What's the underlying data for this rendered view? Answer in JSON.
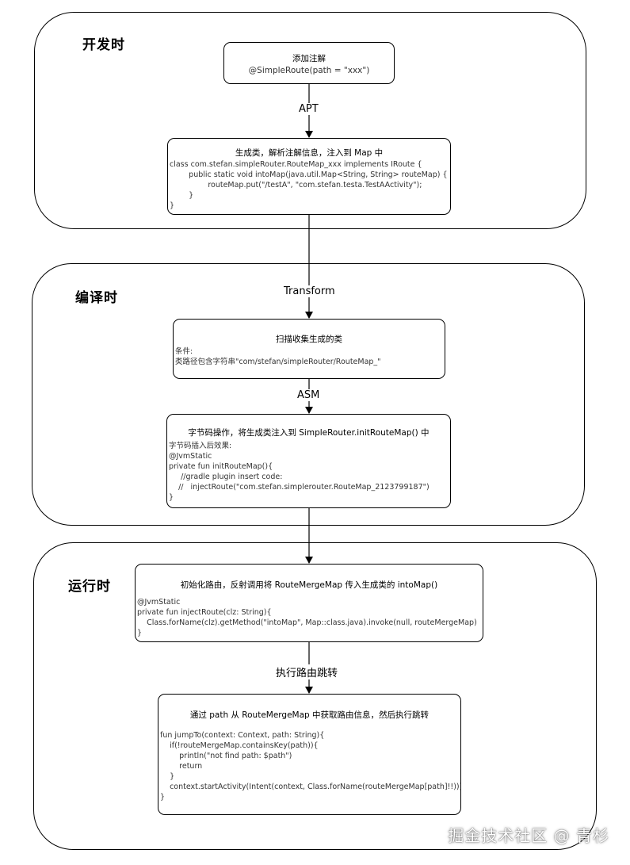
{
  "phases": {
    "dev": {
      "title": "开发时"
    },
    "compile": {
      "title": "编译时"
    },
    "runtime": {
      "title": "运行时"
    }
  },
  "boxes": {
    "annotate": {
      "head": "添加注解",
      "sub": "@SimpleRoute(path = \"xxx\")"
    },
    "generate": {
      "head": "生成类，解析注解信息，注入到 Map 中",
      "code": "class com.stefan.simpleRouter.RouteMap_xxx implements IRoute {\n        public static void intoMap(java.util.Map<String, String> routeMap) {\n                routeMap.put(\"/testA\", \"com.stefan.testa.TestAActivity\");\n        }\n}"
    },
    "scan": {
      "head": "扫描收集生成的类",
      "code": "条件:\n类路径包含字符串\"com/stefan/simpleRouter/RouteMap_\""
    },
    "bytecode": {
      "head": "字节码操作，将生成类注入到 SimpleRouter.initRouteMap() 中",
      "code": "字节码插入后效果:\n@JvmStatic\nprivate fun initRouteMap(){\n     //gradle plugin insert code:\n    //   injectRoute(\"com.stefan.simplerouter.RouteMap_2123799187\")\n}"
    },
    "init": {
      "head": "初始化路由，反射调用将 RouteMergeMap 传入生成类的 intoMap()",
      "code": "@JvmStatic\nprivate fun injectRoute(clz: String){\n    Class.forName(clz).getMethod(\"intoMap\", Map::class.java).invoke(null, routeMergeMap)\n}"
    },
    "jump": {
      "head": "通过 path 从 RouteMergeMap 中获取路由信息，然后执行跳转",
      "code": "fun jumpTo(context: Context, path: String){\n    if(!routeMergeMap.containsKey(path)){\n        println(\"not find path: $path\")\n        return\n    }\n    context.startActivity(Intent(context, Class.forName(routeMergeMap[path]!!)))\n}"
    }
  },
  "labels": {
    "apt": "APT",
    "transform": "Transform",
    "asm": "ASM",
    "jump": "执行路由跳转"
  },
  "watermark": "掘金技术社区 @ 青杉"
}
